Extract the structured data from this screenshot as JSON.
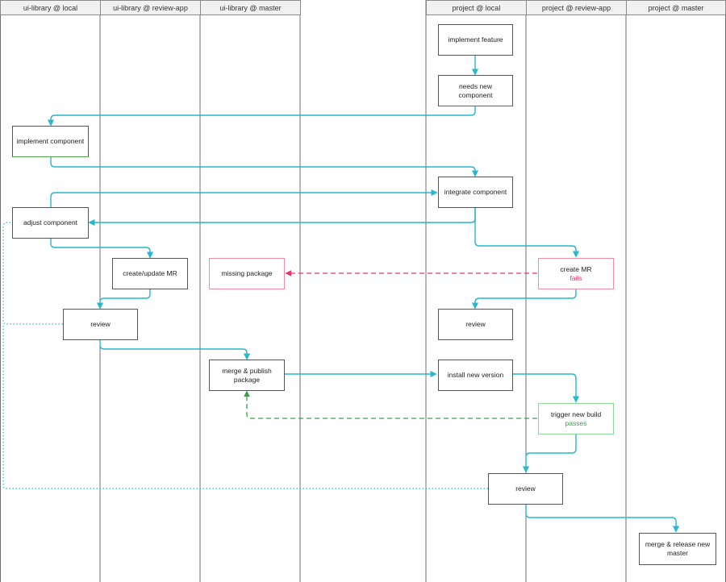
{
  "lanes": [
    {
      "id": "ui-local",
      "label": "ui-library @ local"
    },
    {
      "id": "ui-review",
      "label": "ui-library @ review-app"
    },
    {
      "id": "ui-master",
      "label": "ui-library @ master"
    },
    {
      "id": "p-local",
      "label": "project @ local"
    },
    {
      "id": "p-review",
      "label": "project @ review-app"
    },
    {
      "id": "p-master",
      "label": "project @ master"
    }
  ],
  "nodes": {
    "implement_feature": {
      "label": "implement feature"
    },
    "needs_new_component": {
      "label": "needs new component"
    },
    "implement_component": {
      "label": "implement component"
    },
    "integrate_component": {
      "label": "integrate component"
    },
    "adjust_component": {
      "label": "adjust component"
    },
    "create_update_mr": {
      "label": "create/update MR"
    },
    "missing_package": {
      "label": "missing package"
    },
    "create_mr": {
      "label": "create MR",
      "status": "fails"
    },
    "review_ui": {
      "label": "review"
    },
    "review_project_local": {
      "label": "review"
    },
    "merge_publish": {
      "label": "merge & publish package"
    },
    "install_new_version": {
      "label": "install new version"
    },
    "trigger_new_build": {
      "label": "trigger new build",
      "status": "passes"
    },
    "review_project_app": {
      "label": "review"
    },
    "merge_release": {
      "label": "merge & release new master"
    }
  },
  "colors": {
    "flow": "#29b6cf",
    "fail": "#e8336d",
    "pass": "#3aa14a",
    "feedback": "#29b6cf"
  }
}
